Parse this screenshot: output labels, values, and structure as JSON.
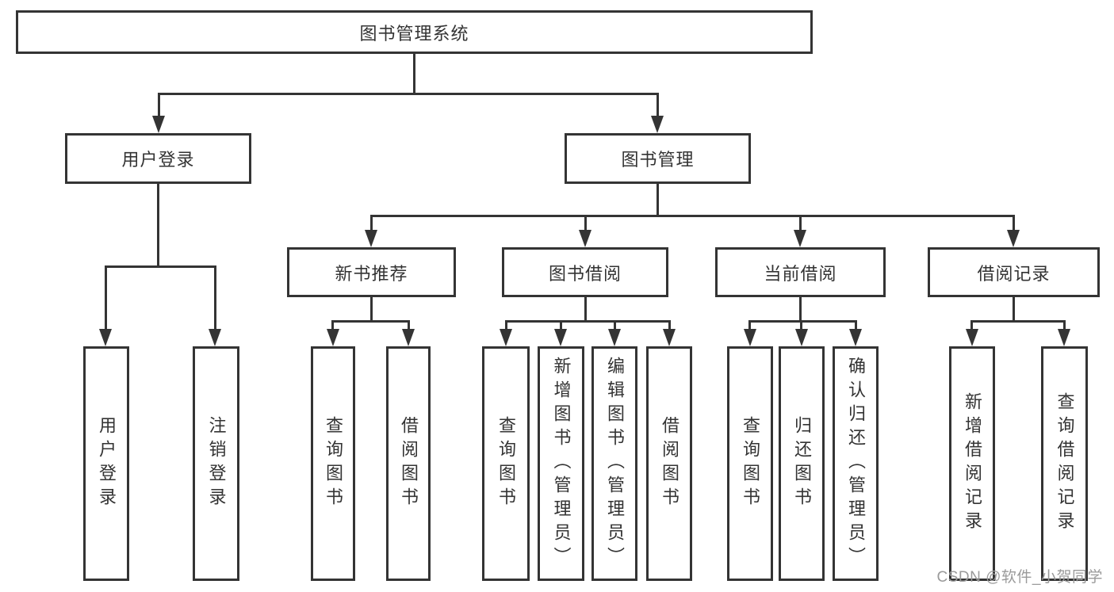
{
  "diagram_title": "图书管理系统",
  "tree": {
    "root": "图书管理系统",
    "branches": [
      {
        "label": "用户登录",
        "children": [
          "用户登录",
          "注销登录"
        ]
      },
      {
        "label": "图书管理",
        "children": [
          {
            "label": "新书推荐",
            "children": [
              "查询图书",
              "借阅图书"
            ]
          },
          {
            "label": "图书借阅",
            "children": [
              "查询图书",
              "新增图书（管理员）",
              "编辑图书（管理员）",
              "借阅图书"
            ]
          },
          {
            "label": "当前借阅",
            "children": [
              "查询图书",
              "归还图书",
              "确认归还（管理员）"
            ]
          },
          {
            "label": "借阅记录",
            "children": [
              "新增借阅记录",
              "查询借阅记录"
            ]
          }
        ]
      }
    ]
  },
  "watermark": "CSDN @软件_小贺同学",
  "colors": {
    "line": "#343434",
    "text": "#333333",
    "watermark": "#9a9a9a",
    "background": "#ffffff"
  }
}
